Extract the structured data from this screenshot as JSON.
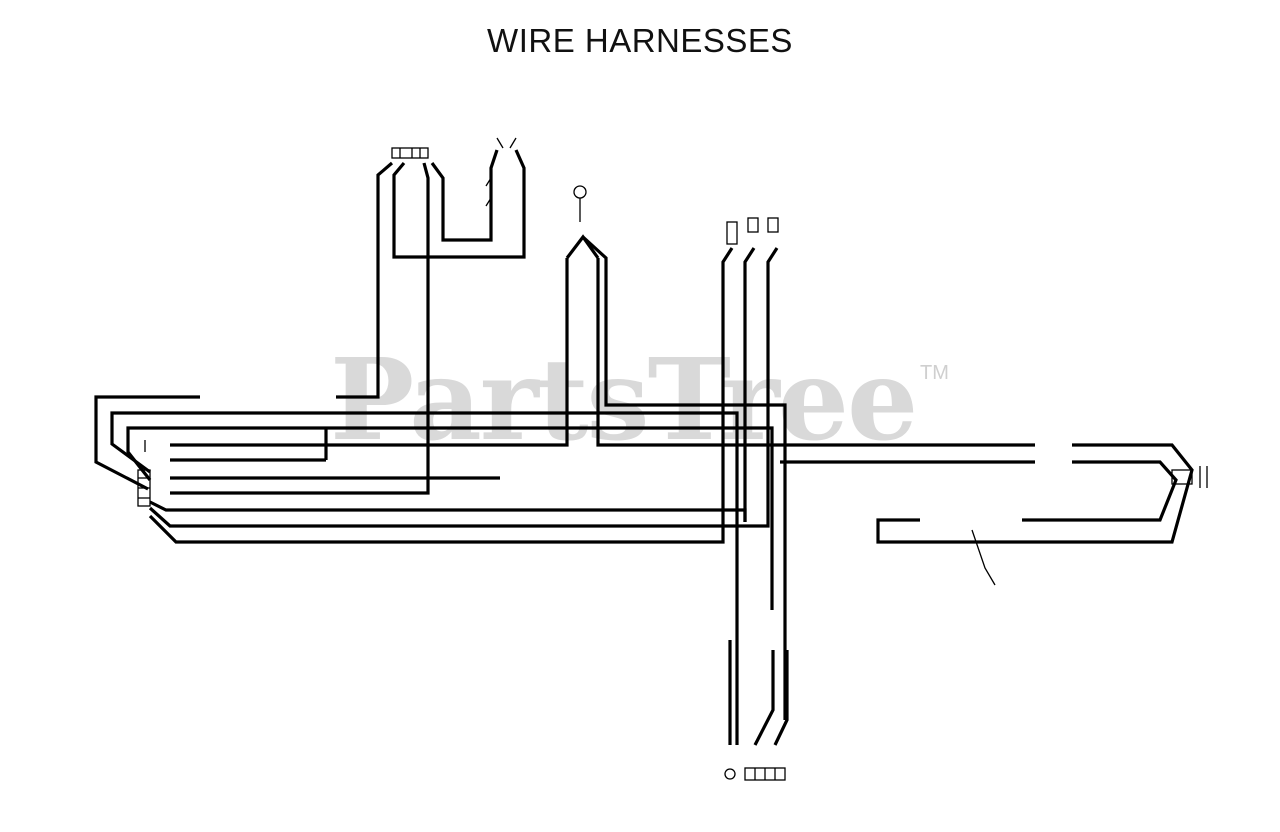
{
  "title": "WIRE HARNESSES",
  "watermark": {
    "text": "PartsTree",
    "tm": "TM"
  }
}
